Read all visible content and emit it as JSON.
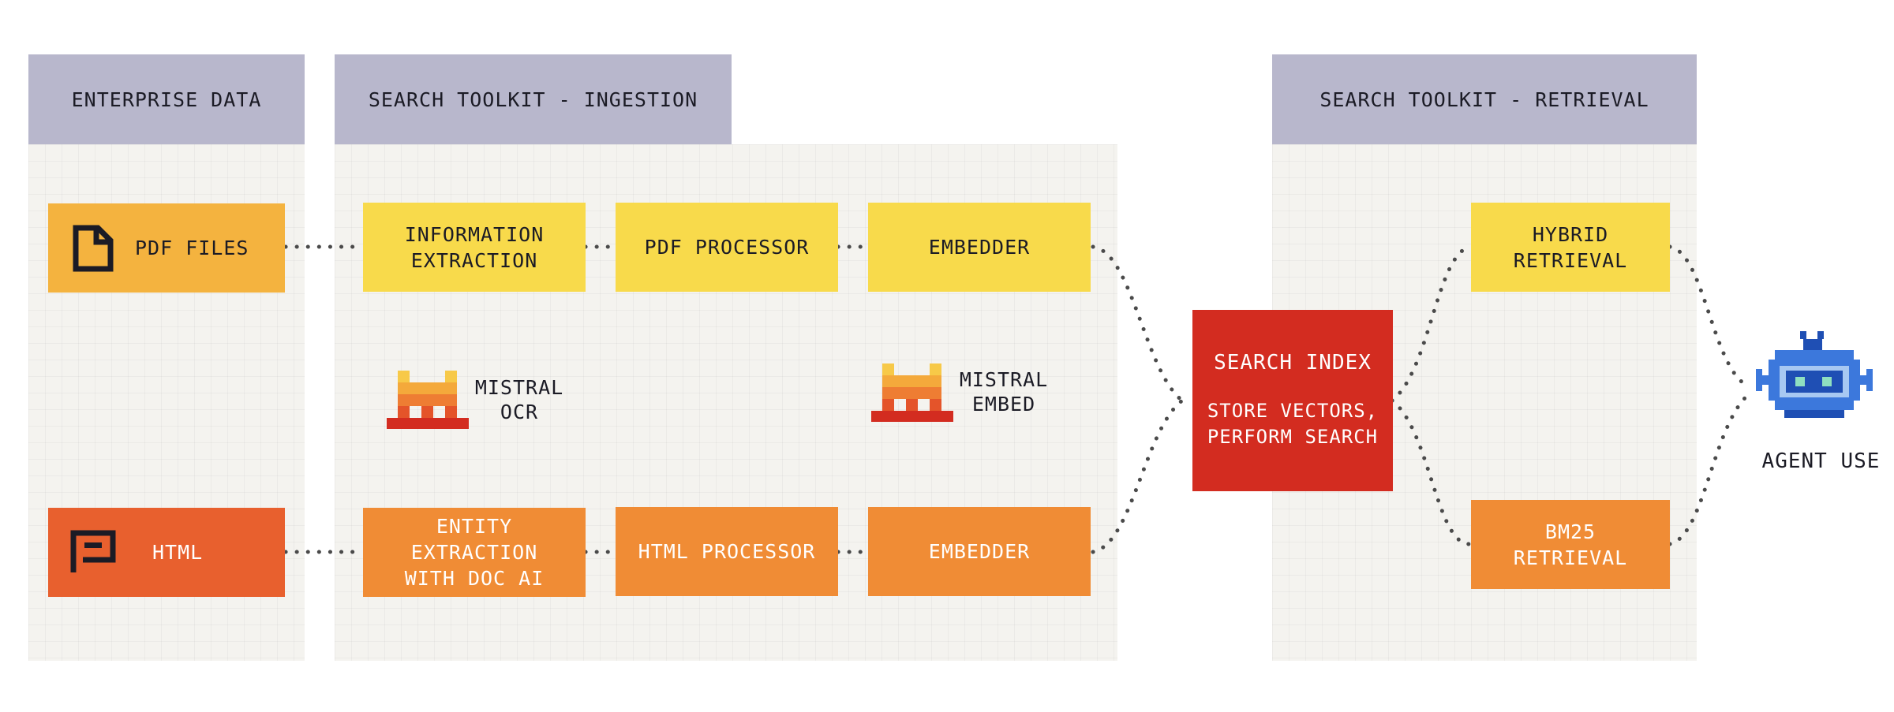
{
  "panels": {
    "enterprise": {
      "title": "ENTERPRISE DATA"
    },
    "ingestion": {
      "title": "SEARCH TOOLKIT - INGESTION"
    },
    "retrieval": {
      "title": "SEARCH TOOLKIT - RETRIEVAL"
    }
  },
  "sources": {
    "pdf": {
      "label": "PDF FILES",
      "icon": "document-icon"
    },
    "html": {
      "label": "HTML",
      "icon": "chat-bubble-icon"
    }
  },
  "ingestion": {
    "pdf_row": {
      "extraction": "INFORMATION\nEXTRACTION",
      "processor": "PDF PROCESSOR",
      "embedder": "EMBEDDER"
    },
    "html_row": {
      "extraction": "ENTITY\nEXTRACTION\nWITH DOC AI",
      "processor": "HTML PROCESSOR",
      "embedder": "EMBEDDER"
    },
    "ocr_brand": {
      "label": "MISTRAL\nOCR",
      "icon": "mistral-logo-icon"
    },
    "embed_brand": {
      "label": "MISTRAL\nEMBED",
      "icon": "mistral-logo-icon"
    }
  },
  "search_index": {
    "title": "SEARCH INDEX",
    "description": "STORE VECTORS,\nPERFORM SEARCH"
  },
  "retrieval": {
    "hybrid": "HYBRID\nRETRIEVAL",
    "bm25": "BM25\nRETRIEVAL"
  },
  "agent": {
    "label": "AGENT USE",
    "icon": "robot-icon"
  },
  "colors": {
    "header": "#b8b7cc",
    "yellow": "#f8da4b",
    "orange": "#f08c35",
    "pdf_source": "#f4b33f",
    "html_source": "#e8602e",
    "index_red": "#d32c20",
    "robot_blue": "#3c78dc"
  }
}
